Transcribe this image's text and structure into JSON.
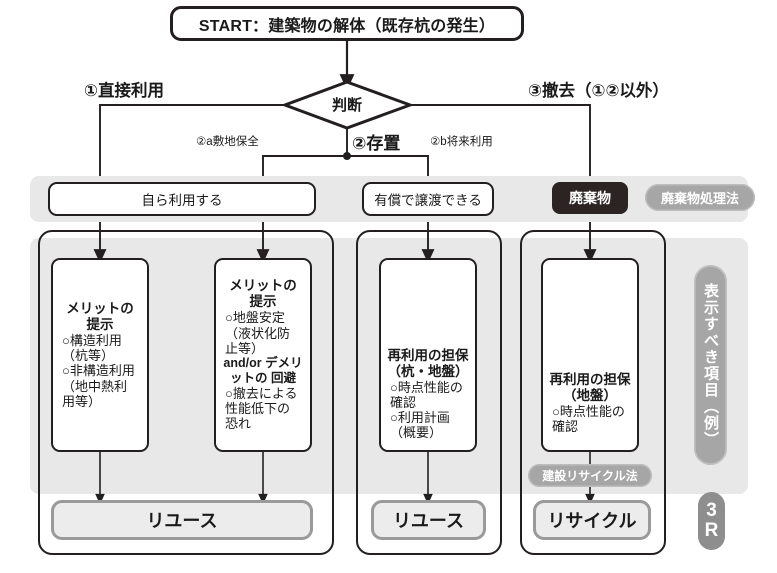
{
  "diagram": {
    "title_box": {
      "label": "START：建築物の解体（既存杭の発生）"
    },
    "decision": {
      "label": "判断"
    },
    "branches": {
      "left": "①直接利用",
      "right": "③撤去（①②以外）",
      "center": "②存置",
      "sub_a": "②a敷地保全",
      "sub_b": "②b将来利用"
    },
    "options": [
      {
        "label": "自ら利用する",
        "style": "outline"
      },
      {
        "label": "有償で譲渡できる",
        "style": "outline"
      },
      {
        "label": "廃棄物",
        "style": "dark"
      }
    ],
    "law_tags": {
      "waste": "廃棄物処理法",
      "recycle": "建設リサイクル法"
    },
    "cards": [
      {
        "title": "メリットの\n提示",
        "items": "○構造利用\n（杭等）\n○非構造利用\n（地中熱利\n  用等）",
        "mid": "",
        "items2": ""
      },
      {
        "title": "メリットの\n提示",
        "items": "○地盤安定\n（液状化防\n  止等）",
        "mid": "and/or\nデメリットの\n回避",
        "items2": "○撤去による\n  性能低下の\n  恐れ"
      },
      {
        "title": "再利用の担保\n（杭・地盤）",
        "items": "○時点性能の\n  確認\n○利用計画\n（概要）",
        "mid": "",
        "items2": ""
      },
      {
        "title": "再利用の担保\n（地盤）",
        "items": "○時点性能の\n  確認",
        "mid": "",
        "items2": ""
      }
    ],
    "results": [
      {
        "label": "リユース"
      },
      {
        "label": "リユース"
      },
      {
        "label": "リサイクル"
      }
    ],
    "side_label": "表示すべき項目（例）",
    "badge": {
      "line1": "3",
      "line2": "R"
    },
    "colors": {
      "ink": "#231f20",
      "band": "#e8e8e8",
      "grey_pill": "#a6a6a6",
      "dark_box": "#2b2422",
      "result_border": "#9a9a9a",
      "result_fill": "#ececec"
    }
  }
}
